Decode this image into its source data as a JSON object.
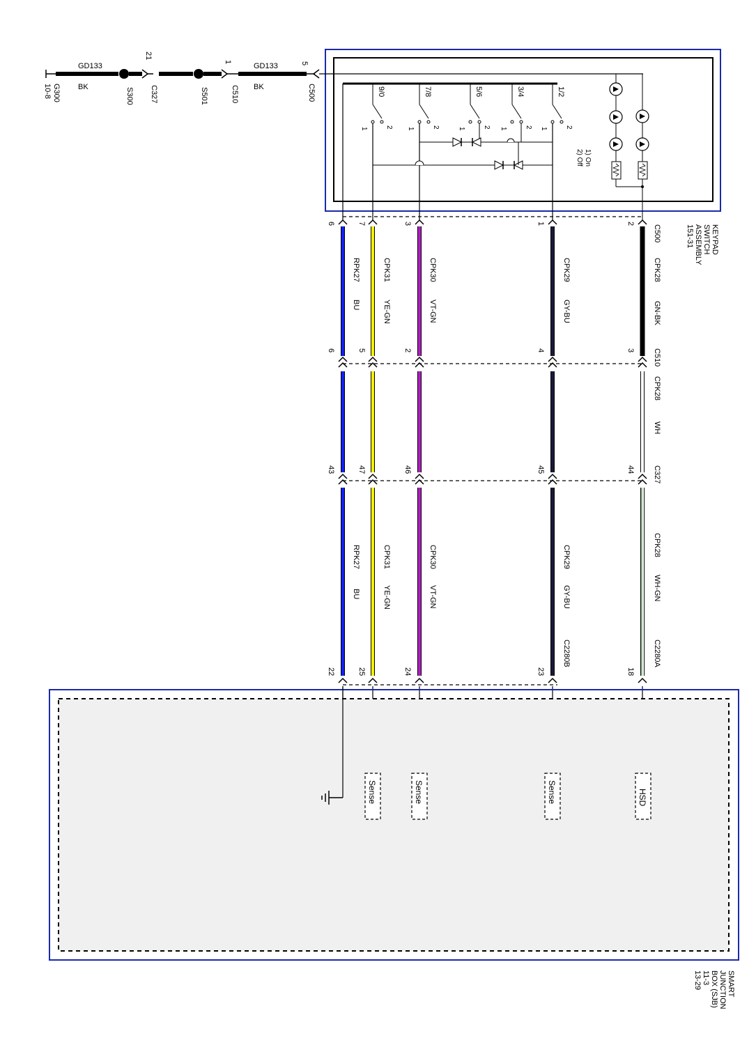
{
  "ground_circuit": {
    "ground_ref": "G300",
    "ground_page": "10-8",
    "wire1_id": "GD133",
    "wire1_color": "BK",
    "splice1": "S300",
    "conn1": "C327",
    "conn1_pin": "21",
    "splice2": "S501",
    "conn2": "C510",
    "conn2_pin": "1",
    "wire2_id": "GD133",
    "wire2_color": "BK",
    "conn3": "C500",
    "conn3_pin": "5"
  },
  "keypad": {
    "title_line1": "KEYPAD",
    "title_line2": "SWITCH",
    "title_line3": "ASSEMBLY",
    "title_line4": "151-31",
    "switches": [
      "9/0",
      "7/8",
      "5/6",
      "3/4",
      "1/2"
    ],
    "pin_one": "1",
    "pin_two": "2",
    "legend_on": "1) On",
    "legend_off": "2) Off"
  },
  "connectors": {
    "c500": "C500",
    "c510": "C510",
    "c327": "C327",
    "c2280a": "C2280A",
    "c2280b": "C2280B"
  },
  "wires": [
    {
      "circuit": "CPK28",
      "color": "GN-BK",
      "seg2_color": "WH",
      "seg3_color": "WH-GN",
      "pin_c500": "2",
      "pin_c510": "3",
      "pin_c327": "44",
      "pin_sjb": "18",
      "hex": "#000000"
    },
    {
      "circuit": "CPK29",
      "color": "GY-BU",
      "seg2_color": "",
      "seg3_color": "GY-BU",
      "pin_c500": "1",
      "pin_c510": "4",
      "pin_c327": "45",
      "pin_sjb": "23",
      "hex": "#1a1a3a"
    },
    {
      "circuit": "CPK30",
      "color": "VT-GN",
      "seg2_color": "",
      "seg3_color": "VT-GN",
      "pin_c500": "3",
      "pin_c510": "2",
      "pin_c327": "46",
      "pin_sjb": "24",
      "hex": "#b020c0"
    },
    {
      "circuit": "CPK31",
      "color": "YE-GN",
      "seg2_color": "",
      "seg3_color": "YE-GN",
      "pin_c500": "7",
      "pin_c510": "5",
      "pin_c327": "47",
      "pin_sjb": "25",
      "hex": "#f4f000"
    },
    {
      "circuit": "RPK27",
      "color": "BU",
      "seg2_color": "",
      "seg3_color": "BU",
      "pin_c500": "6",
      "pin_c510": "6",
      "pin_c327": "43",
      "pin_sjb": "22",
      "hex": "#1020ff"
    }
  ],
  "sjb": {
    "title_line1": "SMART",
    "title_line2": "JUNCTION",
    "title_line3": "BOX (SJB)",
    "title_line4": "11-3",
    "title_line5": "13-29",
    "hsd_label": "HSD",
    "sense_label": "Sense"
  },
  "colors": {
    "frame_blue": "#1a2aa8",
    "box_fill": "#f0f0f0"
  }
}
